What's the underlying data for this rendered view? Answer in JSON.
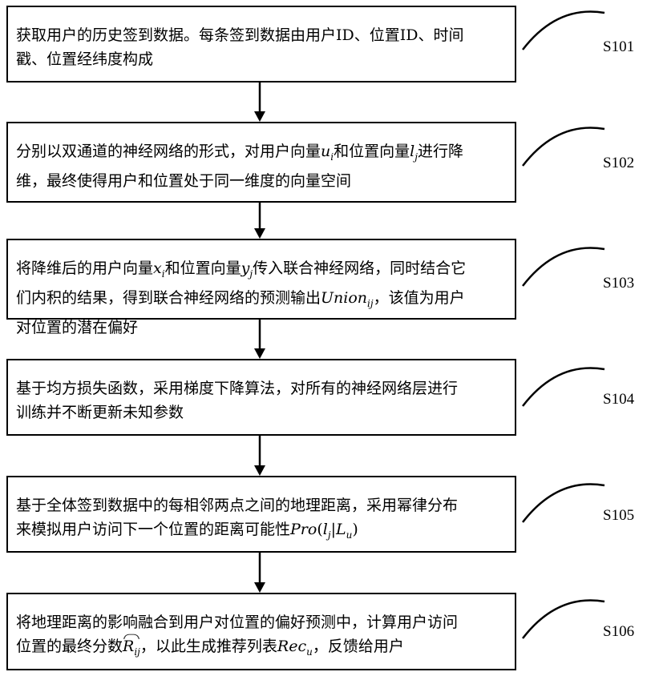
{
  "steps": [
    {
      "id": "S101",
      "lines": [
        [
          "获取用户的历史签到数据。每条签到数据由用户ID、位置ID、时间"
        ],
        [
          "戳、位置经纬度构成"
        ]
      ]
    },
    {
      "id": "S102",
      "lines": [
        [
          "分别以双通道的神经网络的形式，对用户向量",
          {
            "m": "u",
            "s": "i"
          },
          "和位置向量",
          {
            "m": "l",
            "s": "j"
          },
          "进行降"
        ],
        [
          "维，最终使得用户和位置处于同一维度的向量空间"
        ]
      ]
    },
    {
      "id": "S103",
      "lines": [
        [
          "将降维后的用户向量",
          {
            "m": "x",
            "s": "i"
          },
          "和位置向量",
          {
            "m": "y",
            "s": "j"
          },
          "传入联合神经网络，同时结合它"
        ],
        [
          "们内积的结果，得到联合神经网络的预测输出",
          {
            "m": "Union",
            "s": "ij"
          },
          "，该值为用户"
        ],
        [
          "对位置的潜在偏好"
        ]
      ]
    },
    {
      "id": "S104",
      "lines": [
        [
          "基于均方损失函数，采用梯度下降算法，对所有的神经网络层进行"
        ],
        [
          "训练并不断更新未知参数"
        ]
      ]
    },
    {
      "id": "S105",
      "lines": [
        [
          "基于全体签到数据中的每相邻两点之间的地理距离，采用幂律分布"
        ],
        [
          "来模拟用户访问下一个位置的距离可能性",
          {
            "m": "Pro"
          },
          "(",
          {
            "m": "l",
            "s": "j"
          },
          "|",
          {
            "m": "L",
            "s": "u"
          },
          ")"
        ]
      ]
    },
    {
      "id": "S106",
      "lines": [
        [
          "将地理距离的影响融合到用户对位置的偏好预测中，计算用户访问"
        ],
        [
          "位置的最终分数",
          {
            "m": "R",
            "s": "ij",
            "hat": true
          },
          "，以此生成推荐列表",
          {
            "m": "Rec",
            "s": "u"
          },
          "，反馈给用户"
        ]
      ]
    }
  ]
}
